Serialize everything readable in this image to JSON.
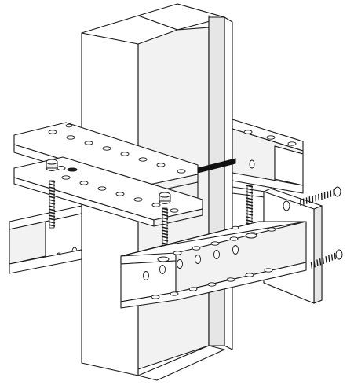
{
  "diagram": {
    "caption": "",
    "components": [
      {
        "id": "steel-column",
        "icon": "h-beam-column-icon"
      },
      {
        "id": "upper-beam-left",
        "icon": "channel-beam-icon"
      },
      {
        "id": "upper-beam-right",
        "icon": "channel-beam-icon"
      },
      {
        "id": "lower-beam-left",
        "icon": "channel-beam-icon"
      },
      {
        "id": "lower-beam-front",
        "icon": "channel-beam-icon"
      },
      {
        "id": "end-plate-right",
        "icon": "plate-icon"
      },
      {
        "id": "threaded-rods",
        "icon": "threaded-rod-icon"
      },
      {
        "id": "spring-bolts",
        "icon": "bolt-icon"
      }
    ],
    "colors": {
      "line": "#1a1a1a",
      "fill": "#ffffff",
      "shade": "#f2f2f2",
      "hole": "#bdbdbd"
    }
  }
}
